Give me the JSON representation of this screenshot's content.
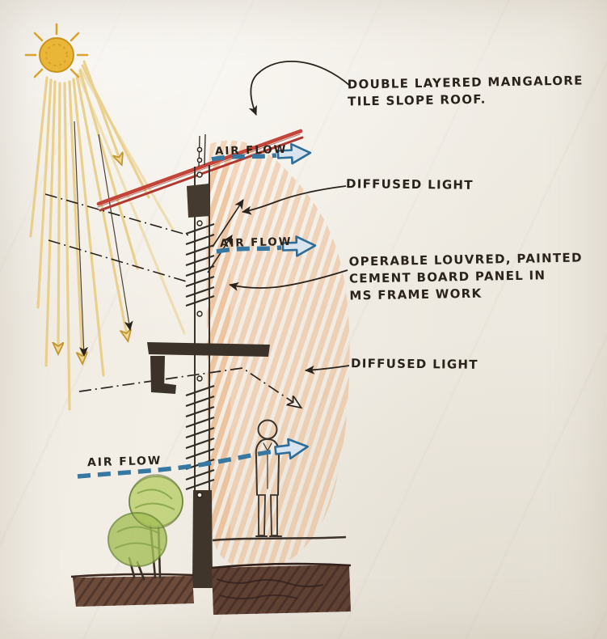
{
  "annotations": {
    "roof_note": {
      "line1": "DOUBLE LAYERED MANGALORE",
      "line2": "TILE SLOPE ROOF."
    },
    "diffused_light_upper": "DIFFUSED LIGHT",
    "louvre_note": {
      "line1": "OPERABLE LOUVRED, PAINTED",
      "line2": "CEMENT BOARD PANEL IN",
      "line3": "MS FRAME WORK"
    },
    "diffused_light_lower": "DIFFUSED LIGHT",
    "airflow_top": "AIR FLOW",
    "airflow_middle": "AIR FLOW",
    "airflow_bottom": "AIR FLOW"
  },
  "colors": {
    "paper": "#f3efe7",
    "ink": "#2a231c",
    "sun_yellow": "#e9b637",
    "ray_yellow": "#e9cd84",
    "roof_red": "#c4443a",
    "airflow_blue": "#2c6d99",
    "interior_orange": "#e9a063",
    "tree_green": "#a6bf58",
    "ground_brown": "#5f4133"
  }
}
